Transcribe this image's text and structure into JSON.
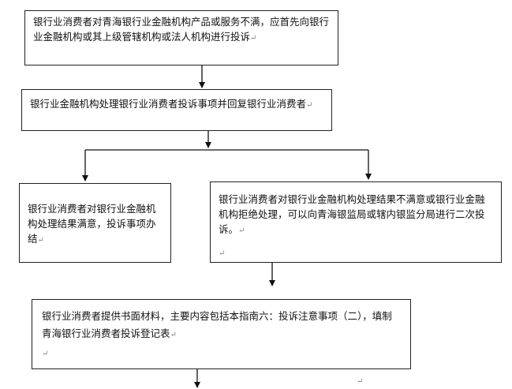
{
  "boxes": {
    "step1": "银行业消费者对青海银行业金融机构产品或服务不满，应首先向银行业金融机构或其上级管辖机构或法人机构进行投诉",
    "step2": "银行业金融机构处理银行业消费者投诉事项并回复银行业消费者",
    "satisfied": "银行业消费者对银行业金融机构处理结果满意，投诉事项办结",
    "unsatisfied": "银行业消费者对银行业金融机构处理结果不满意或银行业金融机构拒绝处理，可以向青海银监局或辖内银监分局进行二次投诉。",
    "step4": "银行业消费者提供书面材料，主要内容包括本指南六：投诉注意事项（二），填制青海银行业消费者投诉登记表"
  },
  "paragraph_mark": "↵"
}
